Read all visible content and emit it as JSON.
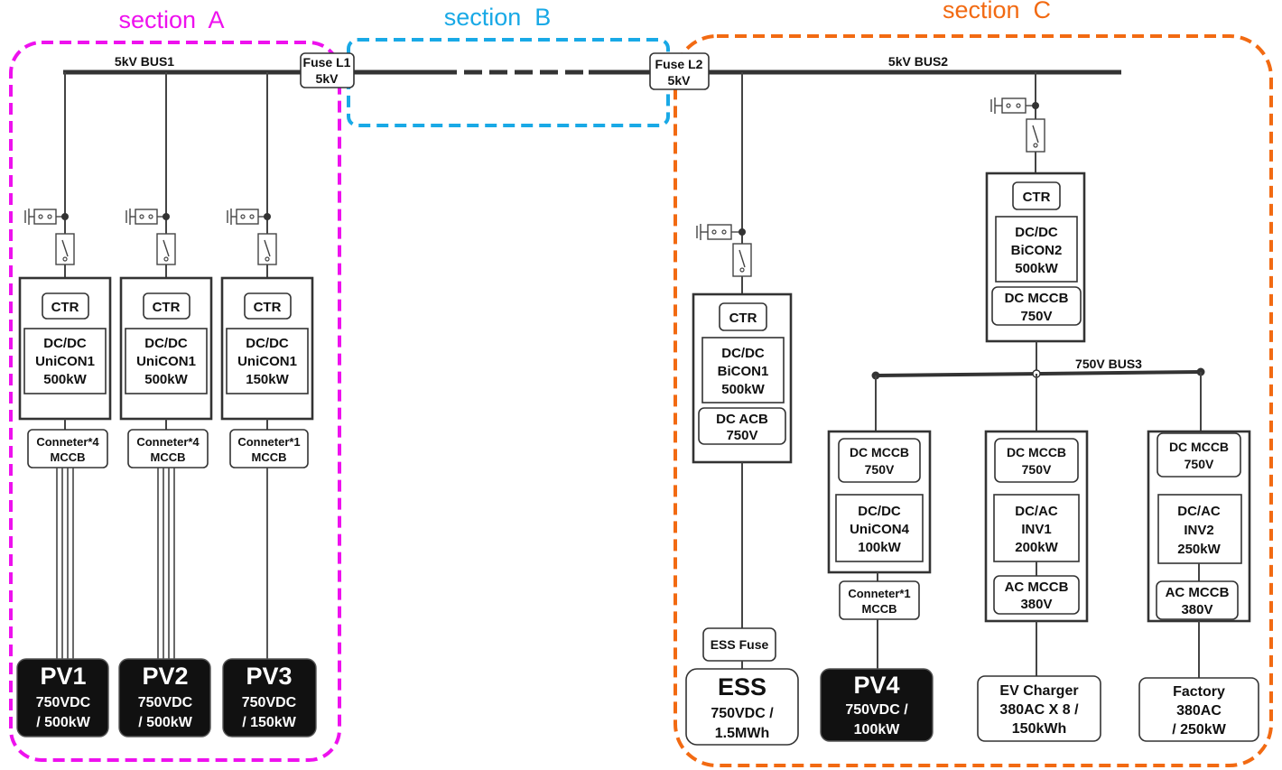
{
  "sections": {
    "a": {
      "label": "section  A",
      "color": "#ee11ee"
    },
    "b": {
      "label": "section  B",
      "color": "#19a9e6"
    },
    "c": {
      "label": "section  C",
      "color": "#f26a12"
    }
  },
  "buses": {
    "bus1": "5kV BUS1",
    "bus2": "5kV BUS2",
    "bus3": "750V BUS3"
  },
  "fuses": {
    "l1": [
      "Fuse L1",
      "5kV"
    ],
    "l2": [
      "Fuse L2",
      "5kV"
    ]
  },
  "pv_feeders": [
    {
      "ctr": "CTR",
      "conv": [
        "DC/DC",
        "UniCON1",
        "500kW"
      ],
      "conn": [
        "Conneter*4",
        "MCCB"
      ],
      "src": [
        "PV1",
        "750VDC",
        "/ 500kW"
      ]
    },
    {
      "ctr": "CTR",
      "conv": [
        "DC/DC",
        "UniCON1",
        "500kW"
      ],
      "conn": [
        "Conneter*4",
        "MCCB"
      ],
      "src": [
        "PV2",
        "750VDC",
        "/ 500kW"
      ]
    },
    {
      "ctr": "CTR",
      "conv": [
        "DC/DC",
        "UniCON1",
        "150kW"
      ],
      "conn": [
        "Conneter*1",
        "MCCB"
      ],
      "src": [
        "PV3",
        "750VDC",
        "/ 150kW"
      ]
    }
  ],
  "ess": {
    "ctr": "CTR",
    "conv": [
      "DC/DC",
      "BiCON1",
      "500kW"
    ],
    "breaker": [
      "DC ACB",
      "750V"
    ],
    "fuse": "ESS Fuse",
    "src": [
      "ESS",
      "750VDC /",
      "1.5MWh"
    ]
  },
  "bicon2": {
    "ctr": "CTR",
    "conv": [
      "DC/DC",
      "BiCON2",
      "500kW"
    ],
    "breaker": [
      "DC MCCB",
      "750V"
    ]
  },
  "pv4": {
    "mccb": [
      "DC MCCB",
      "750V"
    ],
    "conv": [
      "DC/DC",
      "UniCON4",
      "100kW"
    ],
    "conn": [
      "Conneter*1",
      "MCCB"
    ],
    "src": [
      "PV4",
      "750VDC /",
      "100kW"
    ]
  },
  "inv1": {
    "mccb": [
      "DC MCCB",
      "750V"
    ],
    "conv": [
      "DC/AC",
      "INV1",
      "200kW"
    ],
    "ac": [
      "AC MCCB",
      "380V"
    ],
    "load": [
      "EV Charger",
      "380AC X 8 /",
      "150kWh"
    ]
  },
  "inv2": {
    "mccb": [
      "DC MCCB",
      "750V"
    ],
    "conv": [
      "DC/AC",
      "INV2",
      "250kW"
    ],
    "ac": [
      "AC MCCB",
      "380V"
    ],
    "load": [
      "Factory",
      "380AC",
      "/ 250kW"
    ]
  }
}
